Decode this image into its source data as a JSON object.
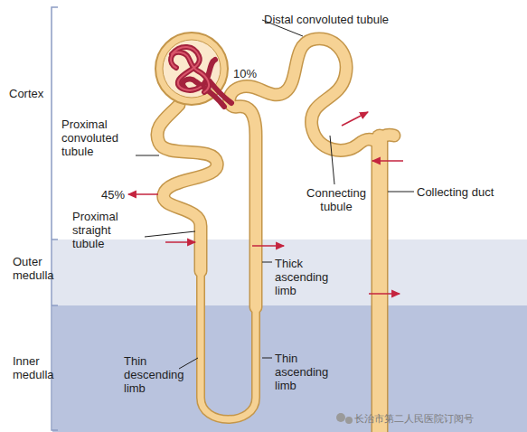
{
  "diagram": {
    "nodes": [
      {
        "text": [
          "Cortex"
        ]
      },
      {
        "text": [
          "Outer medulla"
        ]
      },
      {
        "text": [
          "Inner medulla"
        ]
      }
    ],
    "labels": [
      "Distal convoluted tubule",
      "10%",
      "Proximal convoluted tubule",
      "45%",
      "Proximal straight tubule",
      "Connecting tubule",
      "Collecting duct",
      "Thick ascending limb",
      "Thin descending limb",
      "Thin ascending limb",
      "长治市第二人民医院订阅号"
    ]
  }
}
